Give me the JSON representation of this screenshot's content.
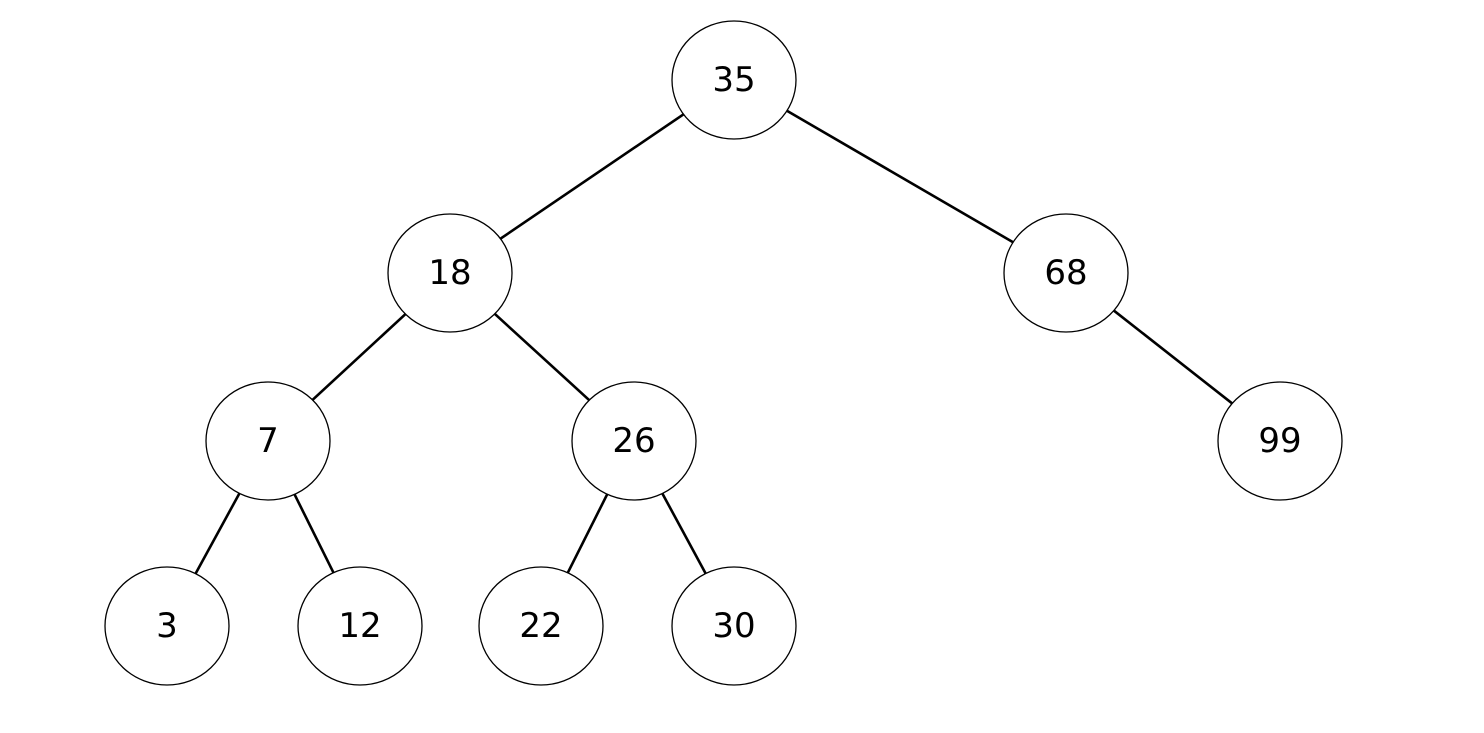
{
  "tree": {
    "nodes": [
      {
        "id": "n35",
        "label": "35"
      },
      {
        "id": "n18",
        "label": "18"
      },
      {
        "id": "n68",
        "label": "68"
      },
      {
        "id": "n7",
        "label": "7"
      },
      {
        "id": "n26",
        "label": "26"
      },
      {
        "id": "n99",
        "label": "99"
      },
      {
        "id": "n3",
        "label": "3"
      },
      {
        "id": "n12",
        "label": "12"
      },
      {
        "id": "n22",
        "label": "22"
      },
      {
        "id": "n30",
        "label": "30"
      }
    ],
    "edges": [
      {
        "from": "n35",
        "to": "n18"
      },
      {
        "from": "n35",
        "to": "n68"
      },
      {
        "from": "n18",
        "to": "n7"
      },
      {
        "from": "n18",
        "to": "n26"
      },
      {
        "from": "n68",
        "to": "n99"
      },
      {
        "from": "n7",
        "to": "n3"
      },
      {
        "from": "n7",
        "to": "n12"
      },
      {
        "from": "n26",
        "to": "n22"
      },
      {
        "from": "n26",
        "to": "n30"
      }
    ]
  },
  "colors": {
    "node_stroke": "#000000",
    "node_fill": "#ffffff",
    "edge": "#000000",
    "text": "#000000",
    "background": "#ffffff"
  }
}
